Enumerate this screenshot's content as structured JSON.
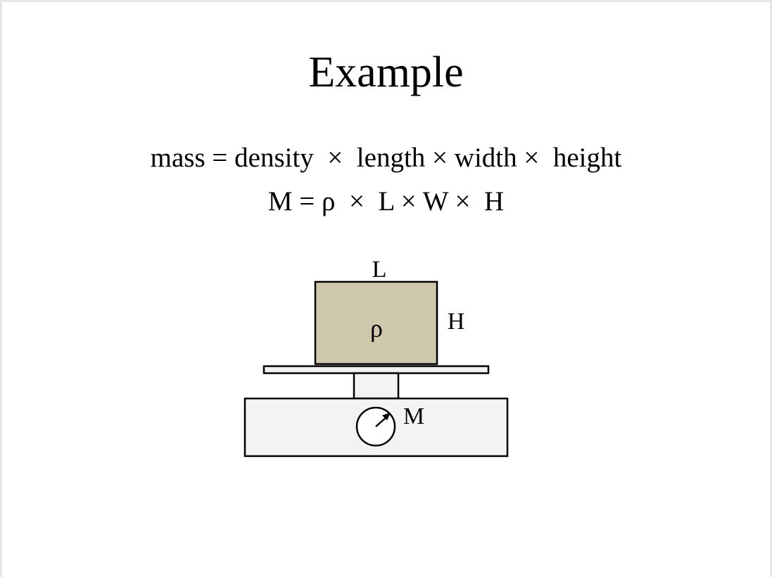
{
  "slide": {
    "title": "Example",
    "formula_words": "mass = density  ×  length × width ×  height",
    "formula_symbols": "M = ρ  ×  L × W ×  H"
  },
  "diagram": {
    "labels": {
      "length": "L",
      "height": "H",
      "density": "ρ",
      "mass": "M"
    },
    "colors": {
      "block": "#d0c8ad",
      "scale_body": "#f3f3f3",
      "stroke": "#000000"
    }
  }
}
